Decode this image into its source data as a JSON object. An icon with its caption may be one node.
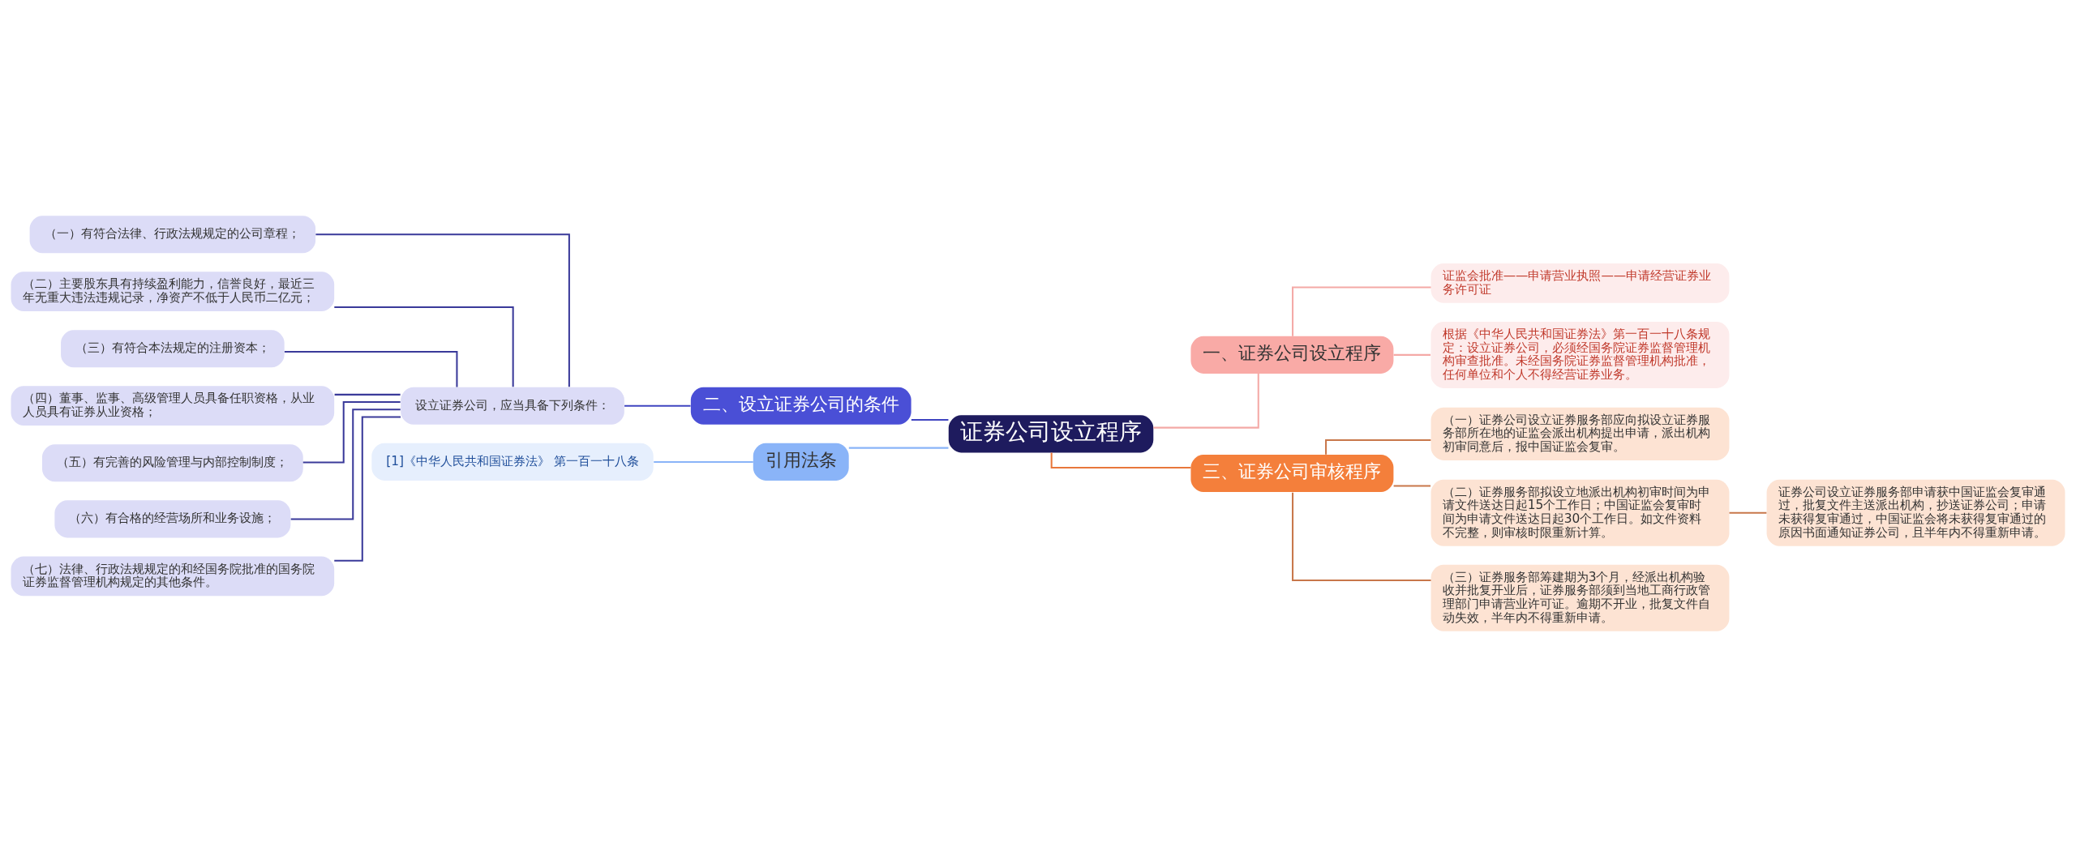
{
  "diagram": {
    "nodes": [
      {
        "text": [
          "证券公司设立程序"
        ]
      },
      {
        "text": [
          "一、证券公司设立程序"
        ]
      },
      {
        "text": [
          "证监会批准——申请营业执照——申请经营证券业务许可证"
        ]
      },
      {
        "text": [
          "根据《中华人民共和国证券法》第一百一十八条规定：设立证券公司，必须经国务院证券监督管理机构审查批准。未经国务院证券监督管理机构批准，任何单位和个人不得经营证券业务。"
        ]
      },
      {
        "text": [
          "三、证券公司审核程序"
        ]
      },
      {
        "text": [
          "（一）证券公司设立证券服务部应向拟设立证券服务部所在地的证监会派出机构提出申请，派出机构初审同意后，报中国证监会复审。"
        ]
      },
      {
        "text": [
          "（二）证券服务部拟设立地派出机构初审时间为申请文件送达日起15个工作日；中国证监会复审时间为申请文件送达日起30个工作日。如文件资料不完整，则审核时限重新计算。"
        ]
      },
      {
        "text": [
          "证券公司设立证券服务部申请获中国证监会复审通过，批复文件主送派出机构，抄送证券公司；申请未获得复审通过，中国证监会将未获得复审通过的原因书面通知证券公司，且半年内不得重新申请。"
        ]
      },
      {
        "text": [
          "（三）证券服务部筹建期为3个月，经派出机构验收并批复开业后，证券服务部须到当地工商行政管理部门申请营业许可证。逾期不开业，批复文件自动失效，半年内不得重新申请。"
        ]
      },
      {
        "text": [
          "二、设立证券公司的条件"
        ]
      },
      {
        "text": [
          "设立证券公司，应当具备下列条件："
        ]
      },
      {
        "text": [
          "（一）有符合法律、行政法规规定的公司章程；"
        ]
      },
      {
        "text": [
          "（二）主要股东具有持续盈利能力，信誉良好，最近三年无重大违法违规记录，净资产不低于人民币二亿元；"
        ]
      },
      {
        "text": [
          "（三）有符合本法规定的注册资本；"
        ]
      },
      {
        "text": [
          "（四）董事、监事、高级管理人员具备任职资格，从业人员具有证券从业资格；"
        ]
      },
      {
        "text": [
          "（五）有完善的风险管理与内部控制制度；"
        ]
      },
      {
        "text": [
          "（六）有合格的经营场所和业务设施；"
        ]
      },
      {
        "text": [
          "（七）法律、行政法规规定的和经国务院批准的国务院证券监督管理机构规定的其他条件。"
        ]
      },
      {
        "text": [
          "引用法条"
        ]
      },
      {
        "text": [
          "[1]《中华人民共和国证券法》 第一百一十八条"
        ]
      }
    ],
    "edges": [
      {
        "from": 0,
        "to": 1,
        "arrow": "none",
        "color": "#f4a9a6"
      },
      {
        "from": 1,
        "to": 2,
        "arrow": "none",
        "color": "#f4a9a6"
      },
      {
        "from": 1,
        "to": 3,
        "arrow": "none",
        "color": "#f4a9a6"
      },
      {
        "from": 0,
        "to": 4,
        "arrow": "none",
        "color": "#e8773b"
      },
      {
        "from": 4,
        "to": 5,
        "arrow": "none",
        "color": "#c8774a"
      },
      {
        "from": 4,
        "to": 6,
        "arrow": "none",
        "color": "#c8774a"
      },
      {
        "from": 6,
        "to": 7,
        "arrow": "none",
        "color": "#c8774a"
      },
      {
        "from": 4,
        "to": 8,
        "arrow": "none",
        "color": "#c8774a"
      },
      {
        "from": 0,
        "to": 9,
        "arrow": "none",
        "color": "#3f44c0"
      },
      {
        "from": 9,
        "to": 10,
        "arrow": "none",
        "color": "#3f44c0"
      },
      {
        "from": 10,
        "to": 11,
        "arrow": "none",
        "color": "#3a3a9a"
      },
      {
        "from": 10,
        "to": 12,
        "arrow": "none",
        "color": "#3a3a9a"
      },
      {
        "from": 10,
        "to": 13,
        "arrow": "none",
        "color": "#3a3a9a"
      },
      {
        "from": 10,
        "to": 14,
        "arrow": "none",
        "color": "#3a3a9a"
      },
      {
        "from": 10,
        "to": 15,
        "arrow": "none",
        "color": "#3a3a9a"
      },
      {
        "from": 10,
        "to": 16,
        "arrow": "none",
        "color": "#3a3a9a"
      },
      {
        "from": 10,
        "to": 17,
        "arrow": "none",
        "color": "#3a3a9a"
      },
      {
        "from": 0,
        "to": 18,
        "arrow": "none",
        "color": "#8ab4f8"
      },
      {
        "from": 18,
        "to": 19,
        "arrow": "none",
        "color": "#8ab4f8"
      }
    ]
  }
}
